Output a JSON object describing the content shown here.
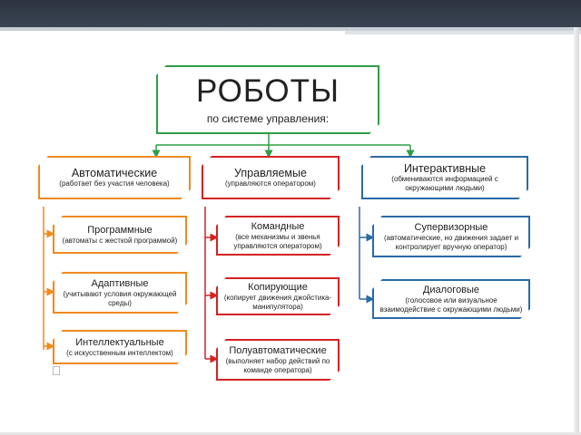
{
  "root": {
    "title": "РОБОТЫ",
    "subtitle": "по системе управления:"
  },
  "categories": [
    {
      "title": "Автоматические",
      "desc": "(работает без участия человека)"
    },
    {
      "title": "Управляемые",
      "desc": "(управляются оператором)"
    },
    {
      "title": "Интерактивные",
      "desc": "(обмениваются информацией с окружающими людьми)"
    }
  ],
  "automatic_items": [
    {
      "title": "Программные",
      "desc": "(автоматы с жесткой программой)"
    },
    {
      "title": "Адаптивные",
      "desc": "(учитывают условия окружающей среды)"
    },
    {
      "title": "Интеллектуальные",
      "desc": "(с искусственным интеллектом)"
    }
  ],
  "managed_items": [
    {
      "title": "Командные",
      "desc": "(все механизмы и звенья управляются оператором)"
    },
    {
      "title": "Копирующие",
      "desc": "(копирует движения джойстика-манипулятора)"
    },
    {
      "title": "Полуавтоматические",
      "desc": "(выполняет набор действий по команде оператора)"
    }
  ],
  "interactive_items": [
    {
      "title": "Супервизорные",
      "desc": "(автоматические, но движения задает и контролирует вручную оператор)"
    },
    {
      "title": "Диалоговые",
      "desc": "(голосовое или визуальное взаимодействие с окружающими людьми)"
    }
  ],
  "colors": {
    "root": "#2e9e45",
    "automatic": "#ef8a1e",
    "managed": "#d42222",
    "interactive": "#2a6aa6"
  }
}
